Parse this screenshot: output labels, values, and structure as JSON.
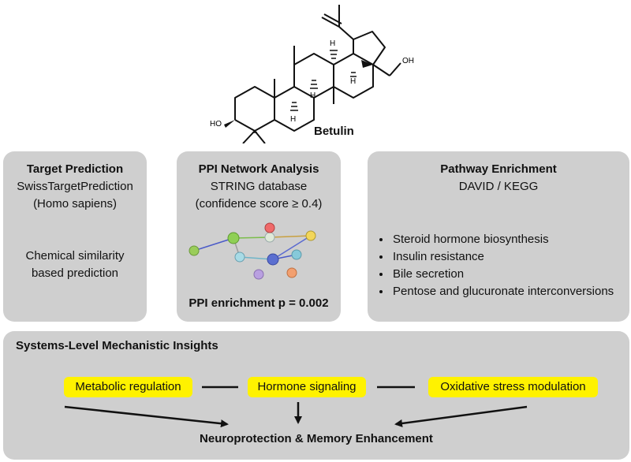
{
  "molecule": {
    "name": "Betulin",
    "atom_labels": {
      "ho": "HO",
      "oh": "OH",
      "h": "H"
    }
  },
  "target_prediction": {
    "title": "Target Prediction",
    "lines": [
      "SwissTargetPrediction",
      "(Homo sapiens)"
    ],
    "desc": [
      "Chemical similarity",
      "based prediction"
    ]
  },
  "ppi": {
    "title": "PPI Network Analysis",
    "lines": [
      "STRING database",
      "(confidence score ≥ 0.4)"
    ],
    "enrichment": "PPI enrichment p = 0.002"
  },
  "pathway": {
    "title": "Pathway Enrichment",
    "subtitle": "DAVID / KEGG",
    "items": [
      "Steroid hormone biosynthesis",
      "Insulin resistance",
      "Bile secretion",
      "Pentose and glucuronate interconversions"
    ]
  },
  "insights": {
    "title": "Systems-Level Mechanistic Insights",
    "nodes": [
      "Metabolic regulation",
      "Hormone signaling",
      "Oxidative stress modulation"
    ],
    "outcome": "Neuroprotection & Memory Enhancement"
  },
  "colors": {
    "panel": "#cfcfcf",
    "highlight": "#fff200",
    "network_nodes": [
      "#9acd5a",
      "#8fcf55",
      "#dfe9d9",
      "#f06a6a",
      "#f2d65a",
      "#a8dbe6",
      "#86c9d9",
      "#5b6fd0",
      "#b9a0e0",
      "#f2a070",
      "#c9c9c9"
    ]
  }
}
